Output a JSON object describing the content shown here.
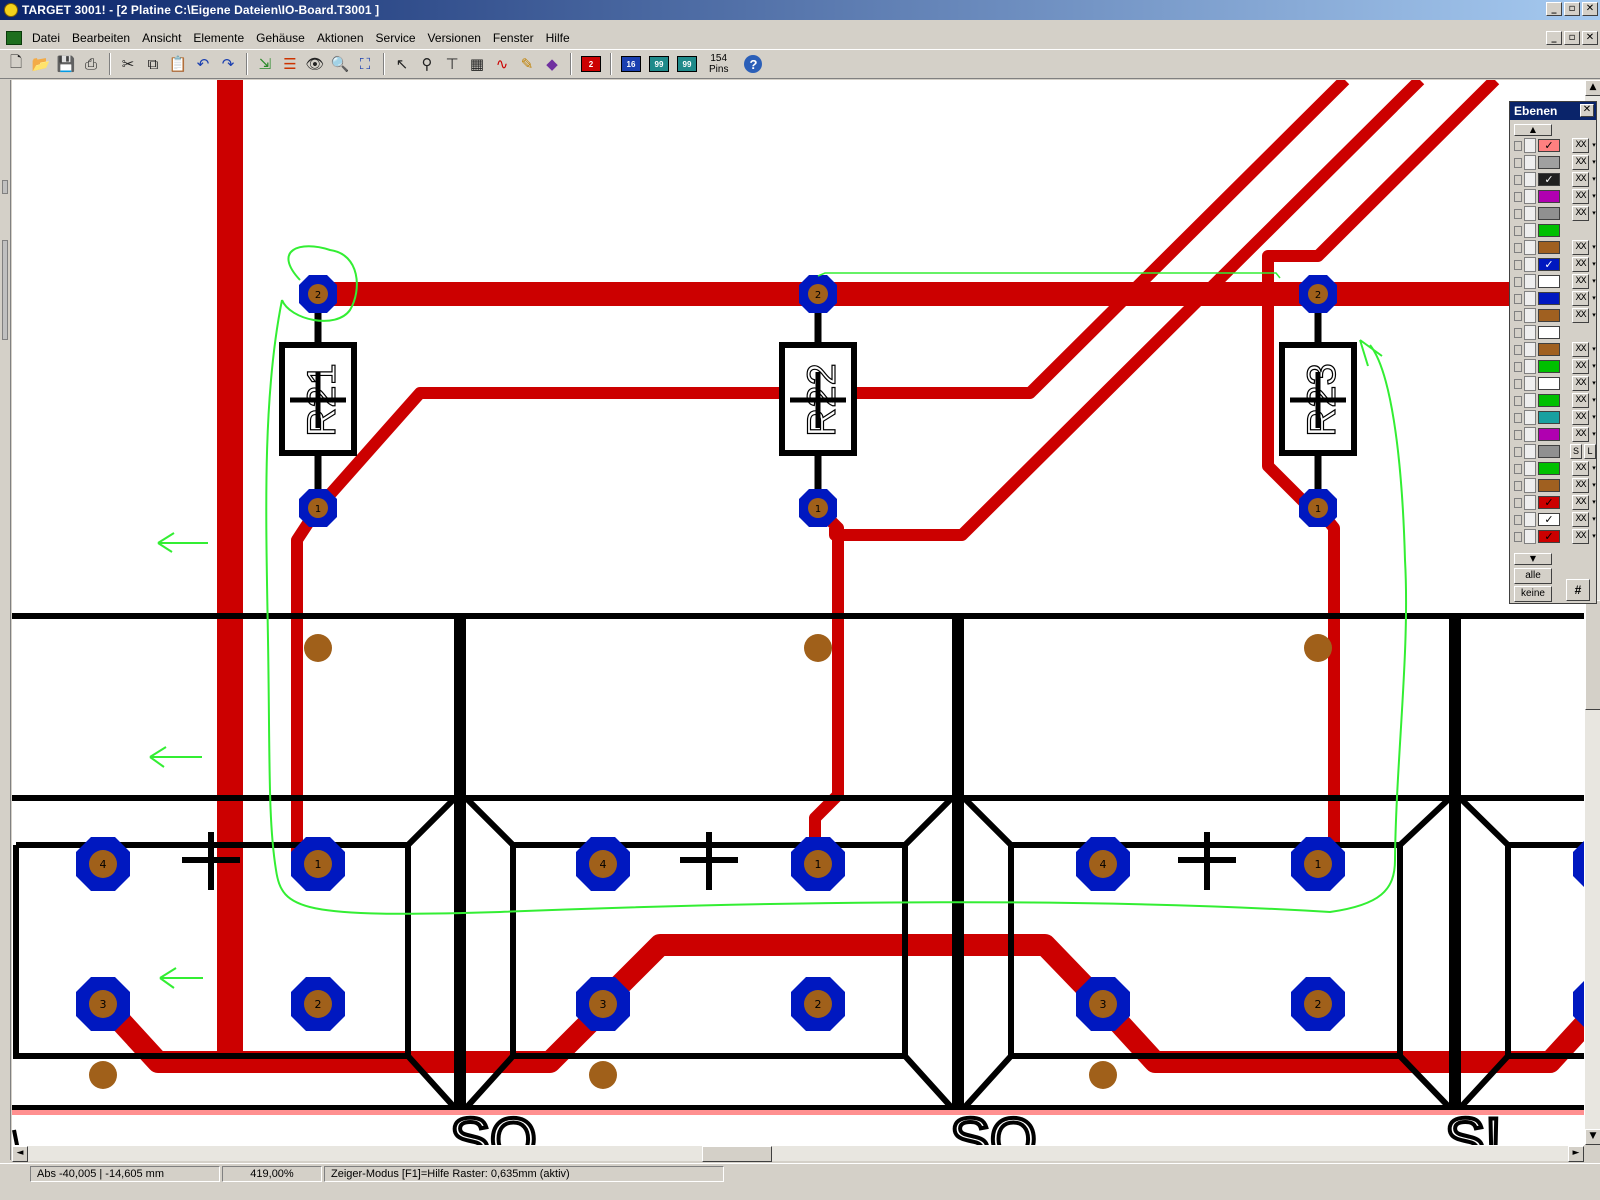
{
  "window": {
    "title": "TARGET 3001! - [2 Platine C:\\Eigene Dateien\\IO-Board.T3001 ]",
    "buttons": {
      "minimize": "_",
      "restore": "▫",
      "close": "✕"
    }
  },
  "menu": {
    "items": [
      "Datei",
      "Bearbeiten",
      "Ansicht",
      "Elemente",
      "Gehäuse",
      "Aktionen",
      "Service",
      "Versionen",
      "Fenster",
      "Hilfe"
    ]
  },
  "toolbar": {
    "layer_buttons": [
      {
        "label": "2",
        "color": "#cc0000"
      },
      {
        "label": "16",
        "color": "#1a3fb0"
      },
      {
        "label": "99",
        "color": "#1f8a8a"
      },
      {
        "label": "99",
        "color": "#1f8a8a"
      }
    ],
    "pins_count": "154",
    "pins_label": "Pins",
    "help_glyph": "?",
    "icons": [
      "new-icon",
      "open-icon",
      "save-icon",
      "print-icon",
      "cut-icon",
      "copy-icon",
      "paste-icon",
      "undo-icon",
      "redo-icon",
      "import-icon",
      "layers-icon",
      "eye-icon",
      "zoom-icon",
      "zoom-fit-icon",
      "pointer-icon",
      "binoculars-icon",
      "measure-icon",
      "component-icon",
      "wire-icon",
      "autoroute-icon",
      "drc-icon"
    ]
  },
  "layers_panel": {
    "title": "Ebenen",
    "close": "✕",
    "rows": [
      {
        "color": "#ff8080",
        "check": "✓",
        "mode": "XX"
      },
      {
        "color": "#a0a0a0",
        "check": "",
        "mode": "XX"
      },
      {
        "color": "#202020",
        "check": "✓",
        "mode": "XX"
      },
      {
        "color": "#b000b0",
        "check": "",
        "mode": "XX"
      },
      {
        "color": "#909090",
        "check": "",
        "mode": "XX"
      },
      {
        "color": "#00c000",
        "check": "",
        "mode": ""
      },
      {
        "color": "#a06020",
        "check": "",
        "mode": "XX"
      },
      {
        "color": "#0018c0",
        "check": "✓",
        "mode": "XX"
      },
      {
        "color": "#ffffff",
        "check": "",
        "mode": "XX"
      },
      {
        "color": "#0018c0",
        "check": "",
        "mode": "XX"
      },
      {
        "color": "#a06020",
        "check": "",
        "mode": "XX"
      },
      {
        "color": "#ffffff",
        "check": "",
        "mode": ""
      },
      {
        "color": "#a06020",
        "check": "",
        "mode": "XX"
      },
      {
        "color": "#00c000",
        "check": "",
        "mode": "XX"
      },
      {
        "color": "#ffffff",
        "check": "",
        "mode": "XX"
      },
      {
        "color": "#00c000",
        "check": "",
        "mode": "XX"
      },
      {
        "color": "#18a0a0",
        "check": "",
        "mode": "XX"
      },
      {
        "color": "#b000b0",
        "check": "",
        "mode": "XX"
      },
      {
        "color": "#909090",
        "check": "",
        "mode": "SL"
      },
      {
        "color": "#00c000",
        "check": "",
        "mode": "XX"
      },
      {
        "color": "#a06020",
        "check": "",
        "mode": "XX"
      },
      {
        "color": "#cc0000",
        "check": "✓",
        "mode": "XX"
      },
      {
        "color": "#ffffff",
        "check": "✓",
        "mode": "XX"
      },
      {
        "color": "#cc0000",
        "check": "✓",
        "mode": "XX"
      }
    ],
    "btn_all": "alle",
    "btn_none": "keine",
    "btn_grid": "#",
    "mode_s": "S",
    "mode_l": "L"
  },
  "pcb": {
    "colors": {
      "track": "#cc0000",
      "pad_ring": "#0018c0",
      "drill": "#a0601a",
      "outline": "#000000",
      "annotation": "#33ee33",
      "board_edge": "#ff9090"
    },
    "resistors": [
      {
        "name": "R21",
        "pin_top": "2",
        "pin_bottom": "1"
      },
      {
        "name": "R22",
        "pin_top": "2",
        "pin_bottom": "1"
      },
      {
        "name": "R23",
        "pin_top": "2",
        "pin_bottom": "1"
      }
    ],
    "switch_pads": [
      "4",
      "1",
      "3",
      "2"
    ],
    "bottom_text": [
      "SO",
      "SO",
      "S!"
    ]
  },
  "status": {
    "abs": "Abs -40,005 | -14,605 mm",
    "zoom": "419,00%",
    "mode": "Zeiger-Modus  [F1]=Hilfe  Raster: 0,635mm (aktiv)"
  },
  "scroll": {
    "up": "▲",
    "down": "▼",
    "left": "◄",
    "right": "►"
  }
}
